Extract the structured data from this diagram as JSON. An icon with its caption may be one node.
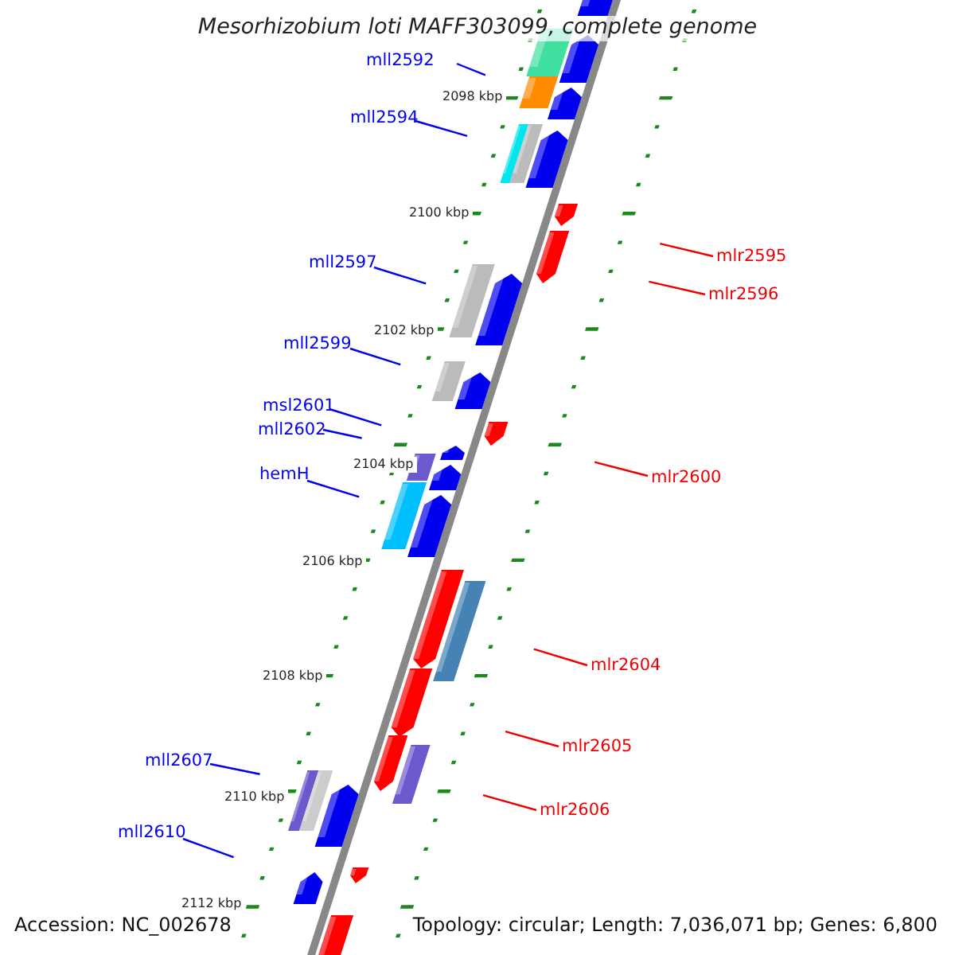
{
  "diagram": {
    "title": "Mesorhizobium loti MAFF303099, complete genome",
    "nodes": [
      {
        "text": [
          "mll2592"
        ]
      },
      {
        "text": [
          "mll2594"
        ]
      },
      {
        "text": [
          "mlr2595"
        ]
      },
      {
        "text": [
          "mll2597"
        ]
      },
      {
        "text": [
          "mlr2596"
        ]
      },
      {
        "text": [
          "mll2599"
        ]
      },
      {
        "text": [
          "msl2601"
        ]
      },
      {
        "text": [
          "mll2602"
        ]
      },
      {
        "text": [
          "hemH"
        ]
      },
      {
        "text": [
          "mlr2600"
        ]
      },
      {
        "text": [
          "mlr2604"
        ]
      },
      {
        "text": [
          "mlr2605"
        ]
      },
      {
        "text": [
          "mll2607"
        ]
      },
      {
        "text": [
          "mlr2606"
        ]
      },
      {
        "text": [
          "mll2610"
        ]
      }
    ],
    "edges": [
      {
        "from": 0,
        "to": null,
        "arrow": "none"
      },
      {
        "from": 1,
        "to": null,
        "arrow": "none"
      },
      {
        "from": 2,
        "to": null,
        "arrow": "none",
        "color": "#ee0000"
      },
      {
        "from": 3,
        "to": null,
        "arrow": "none"
      },
      {
        "from": 4,
        "to": null,
        "arrow": "none",
        "color": "#ee0000"
      },
      {
        "from": 5,
        "to": null,
        "arrow": "none"
      },
      {
        "from": 6,
        "to": null,
        "arrow": "none"
      },
      {
        "from": 7,
        "to": null,
        "arrow": "none"
      },
      {
        "from": 8,
        "to": null,
        "arrow": "none"
      },
      {
        "from": 9,
        "to": null,
        "arrow": "none",
        "color": "#ee0000"
      },
      {
        "from": 10,
        "to": null,
        "arrow": "none",
        "color": "#ee0000"
      },
      {
        "from": 11,
        "to": null,
        "arrow": "none",
        "color": "#ee0000"
      },
      {
        "from": 12,
        "to": null,
        "arrow": "none"
      },
      {
        "from": 13,
        "to": null,
        "arrow": "none",
        "color": "#ee0000"
      },
      {
        "from": 14,
        "to": null,
        "arrow": "none"
      }
    ],
    "labels": [
      "2098 kbp",
      "2100 kbp",
      "2102 kbp",
      "2104 kbp",
      "2106 kbp",
      "2108 kbp",
      "2110 kbp",
      "2112 kbp",
      "Accession: NC_002678",
      "Topology: circular; Length: 7,036,071 bp; Genes: 6,800"
    ]
  }
}
